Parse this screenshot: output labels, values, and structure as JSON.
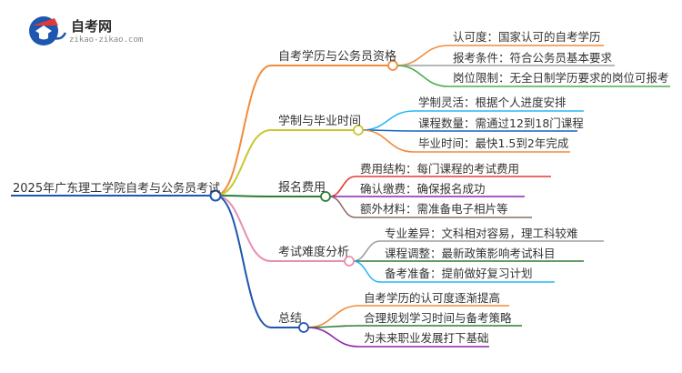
{
  "logo": {
    "brand": "自考网",
    "url": "zikao-zikao.com"
  },
  "root": {
    "label": "2025年广东理工学院自考与公务员考试"
  },
  "branches": [
    {
      "label": "自考学历与公务员资格",
      "color": "#f08c3c",
      "leaves": [
        {
          "label": "认可度：国家认可的自考学历",
          "color": "#f08c3c"
        },
        {
          "label": "报考条件：符合公务员基本要求",
          "color": "#9aa0a6"
        },
        {
          "label": "岗位限制：无全日制学历要求的岗位可报考",
          "color": "#4caf50"
        }
      ]
    },
    {
      "label": "学制与毕业时间",
      "color": "#c8c832",
      "leaves": [
        {
          "label": "学制灵活：根据个人进度安排",
          "color": "#29b6f6"
        },
        {
          "label": "课程数量：需通过12到18门课程",
          "color": "#1565c0"
        },
        {
          "label": "毕业时间：最快1.5到2年完成",
          "color": "#f08c3c"
        }
      ]
    },
    {
      "label": "报名费用",
      "color": "#2e7d32",
      "leaves": [
        {
          "label": "费用结构：每门课程的考试费用",
          "color": "#e53935"
        },
        {
          "label": "确认缴费：确保报名成功",
          "color": "#8e24aa"
        },
        {
          "label": "额外材料：需准备电子相片等",
          "color": "#8d6e63"
        }
      ]
    },
    {
      "label": "考试难度分析",
      "color": "#e88fb0",
      "leaves": [
        {
          "label": "专业差异：文科相对容易，理工科较难",
          "color": "#9aa0a6"
        },
        {
          "label": "课程调整：最新政策影响考试科目",
          "color": "#2e7d32"
        },
        {
          "label": "备考准备：提前做好复习计划",
          "color": "#29b6f6"
        }
      ]
    },
    {
      "label": "总结",
      "color": "#1e56b0",
      "leaves": [
        {
          "label": "自考学历的认可度逐渐提高",
          "color": "#f08c3c"
        },
        {
          "label": "合理规划学习时间与备考策略",
          "color": "#2e7d32"
        },
        {
          "label": "为未来职业发展打下基础",
          "color": "#8e24aa"
        }
      ]
    }
  ]
}
